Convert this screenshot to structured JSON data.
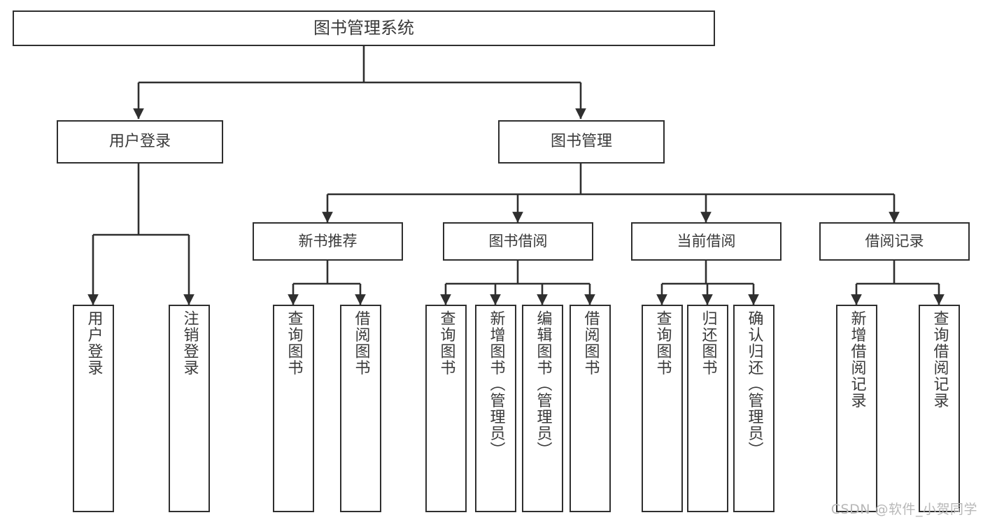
{
  "diagram": {
    "title": "图书管理系统",
    "watermark": "CSDN @软件_小贺同学",
    "line_color": "#2f2f2f",
    "text_color": "#3a3a3a",
    "background_color": "#ffffff",
    "nodes": {
      "root": {
        "label": "图书管理系统"
      },
      "level2": [
        {
          "id": "user-login",
          "label": "用户登录"
        },
        {
          "id": "book-manage",
          "label": "图书管理"
        }
      ],
      "level3": [
        {
          "id": "new-book-recommend",
          "label": "新书推荐"
        },
        {
          "id": "book-borrow",
          "label": "图书借阅"
        },
        {
          "id": "current-borrow",
          "label": "当前借阅"
        },
        {
          "id": "borrow-record",
          "label": "借阅记录"
        }
      ],
      "leaves": [
        {
          "id": "user-login-leaf",
          "label": "用户登录",
          "parent": "user-login"
        },
        {
          "id": "logout-leaf",
          "label": "注销登录",
          "parent": "user-login"
        },
        {
          "id": "query-book-recommend",
          "label": "查询图书",
          "parent": "new-book-recommend"
        },
        {
          "id": "borrow-book-recommend",
          "label": "借阅图书",
          "parent": "new-book-recommend"
        },
        {
          "id": "query-book-borrow",
          "label": "查询图书",
          "parent": "book-borrow"
        },
        {
          "id": "add-book-admin",
          "label": "新增图书（管理员）",
          "parent": "book-borrow"
        },
        {
          "id": "edit-book-admin",
          "label": "编辑图书（管理员）",
          "parent": "book-borrow"
        },
        {
          "id": "borrow-book",
          "label": "借阅图书",
          "parent": "book-borrow"
        },
        {
          "id": "query-book-current",
          "label": "查询图书",
          "parent": "current-borrow"
        },
        {
          "id": "return-book",
          "label": "归还图书",
          "parent": "current-borrow"
        },
        {
          "id": "confirm-return-admin",
          "label": "确认归还（管理员）",
          "parent": "current-borrow"
        },
        {
          "id": "add-borrow-record",
          "label": "新增借阅记录",
          "parent": "borrow-record"
        },
        {
          "id": "query-borrow-record",
          "label": "查询借阅记录",
          "parent": "borrow-record"
        }
      ]
    }
  }
}
